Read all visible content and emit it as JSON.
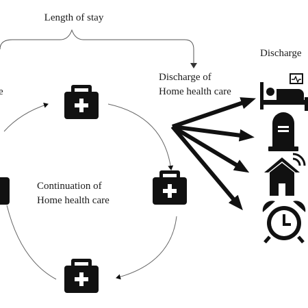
{
  "labels": {
    "length_of_stay": "Length of stay",
    "discharge_heading": "Discharge",
    "left_fragment": "e",
    "discharge_of_line1": "Discharge of",
    "discharge_of_line2": "Home health care",
    "continuation_line1": "Continuation of",
    "continuation_line2": "Home health care"
  },
  "icons": {
    "cycle": [
      "medical-kit-icon",
      "medical-kit-icon",
      "medical-kit-icon",
      "medical-kit-icon"
    ],
    "outcomes": [
      "hospital-bed-icon",
      "tombstone-icon",
      "home-icon",
      "alarm-clock-icon"
    ]
  },
  "colors": {
    "ink": "#111111",
    "background": "#ffffff"
  }
}
